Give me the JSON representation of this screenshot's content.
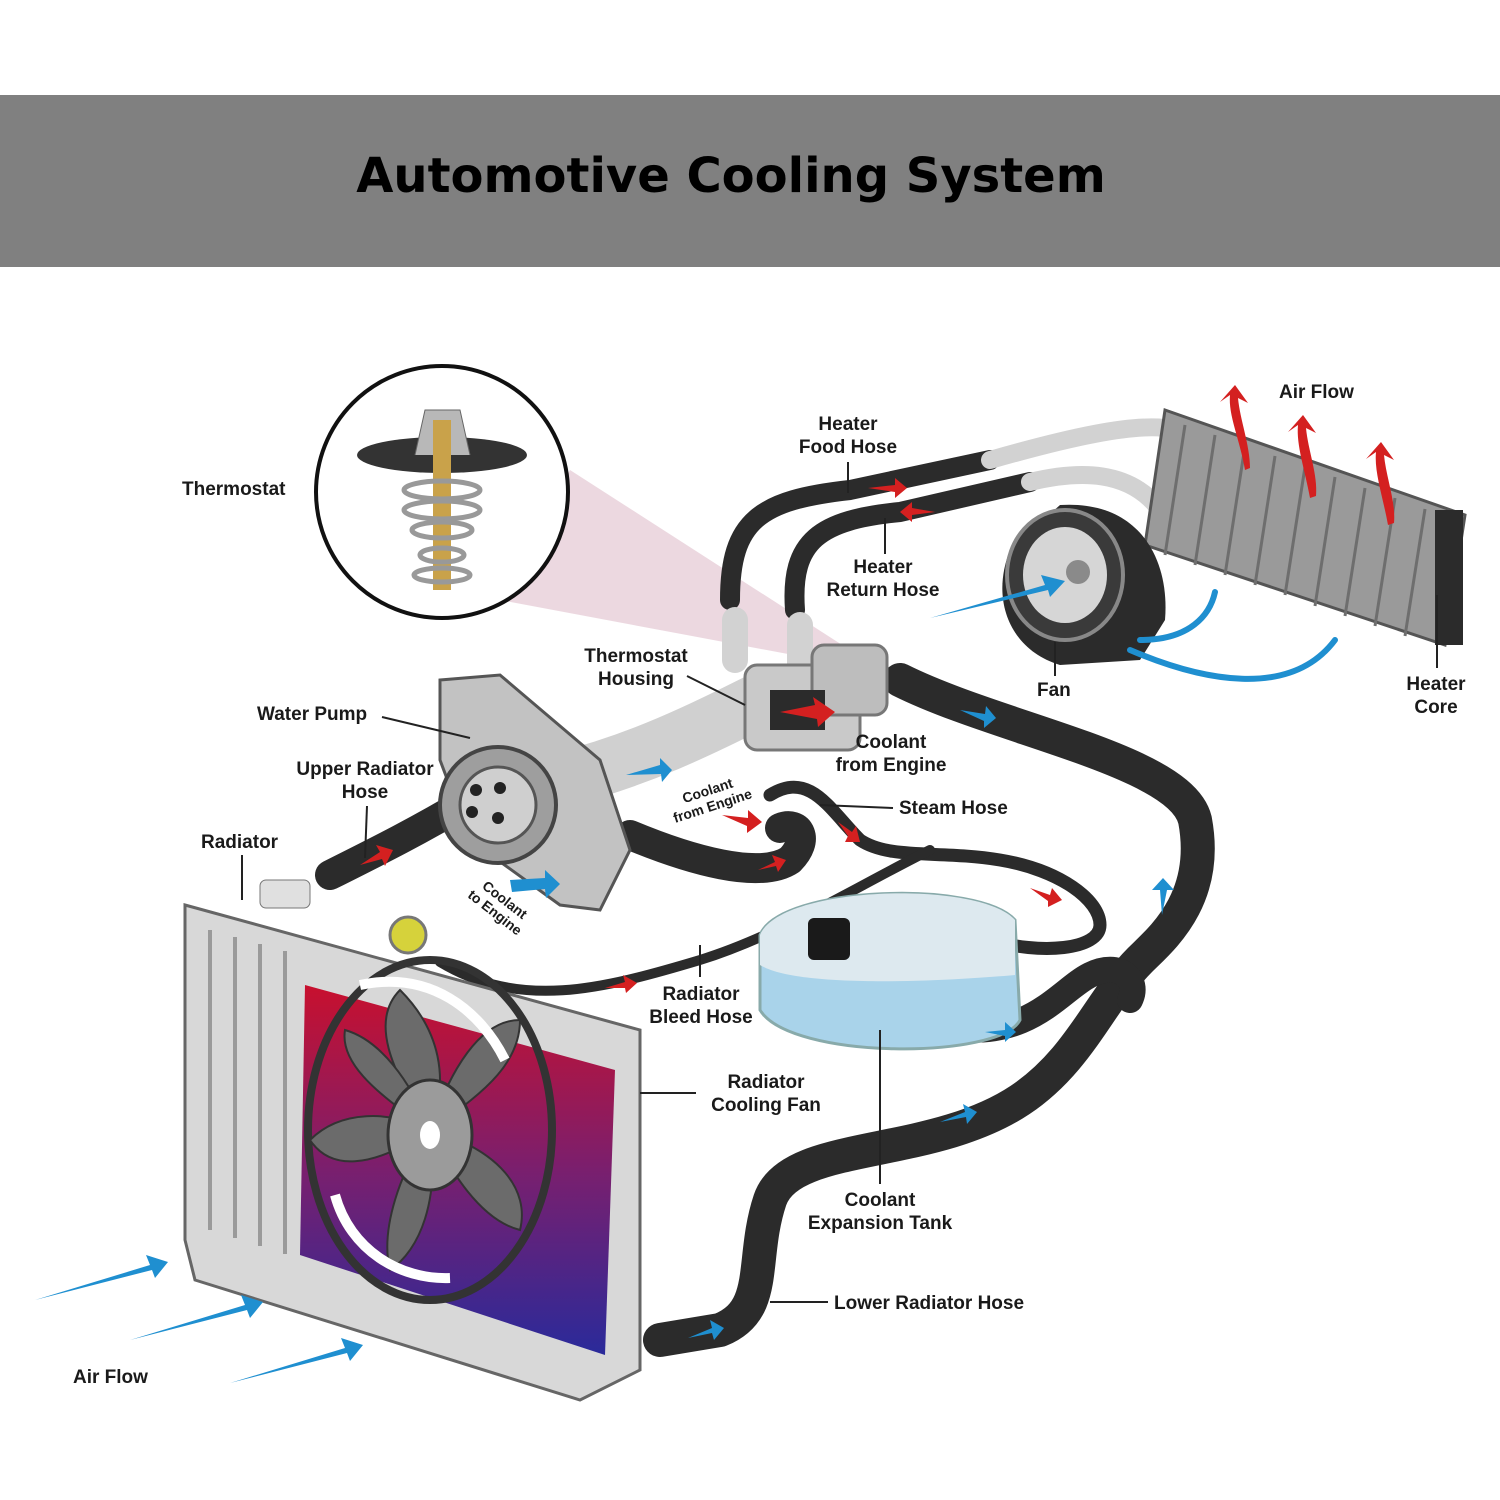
{
  "title": "Automotive Cooling System",
  "colors": {
    "banner": "#808080",
    "hose": "#2b2b2b",
    "hot_arrow": "#d42020",
    "cold_arrow": "#1f8fd0",
    "radiator_hot": "#c8102e",
    "radiator_cold": "#2a2a9a",
    "tank": "#a9d3ea",
    "metal": "#c9c9c9"
  },
  "labels": {
    "thermostat": "Thermostat",
    "heater_food_hose": [
      "Heater",
      "Food Hose"
    ],
    "heater_return_hose": [
      "Heater",
      "Return Hose"
    ],
    "air_flow_top": "Air Flow",
    "fan": "Fan",
    "heater_core": [
      "Heater",
      "Core"
    ],
    "thermostat_housing": [
      "Thermostat",
      "Housing"
    ],
    "water_pump": "Water Pump",
    "coolant_from_engine": [
      "Coolant",
      "from Engine"
    ],
    "upper_radiator_hose": [
      "Upper Radiator",
      "Hose"
    ],
    "steam_hose": "Steam Hose",
    "coolant_from_engine_small": [
      "Coolant",
      "from Engine"
    ],
    "radiator": "Radiator",
    "coolant_to_engine": [
      "Coolant",
      "to Engine"
    ],
    "radiator_bleed_hose": [
      "Radiator",
      "Bleed Hose"
    ],
    "radiator_cooling_fan": [
      "Radiator",
      "Cooling Fan"
    ],
    "coolant_expansion_tank": [
      "Coolant",
      "Expansion Tank"
    ],
    "lower_radiator_hose": "Lower Radiator Hose",
    "air_flow_bottom": "Air Flow"
  },
  "icons": [
    "thermostat-icon",
    "water-pump-icon",
    "radiator-icon",
    "cooling-fan-icon",
    "heater-core-icon",
    "blower-fan-icon",
    "expansion-tank-icon"
  ]
}
